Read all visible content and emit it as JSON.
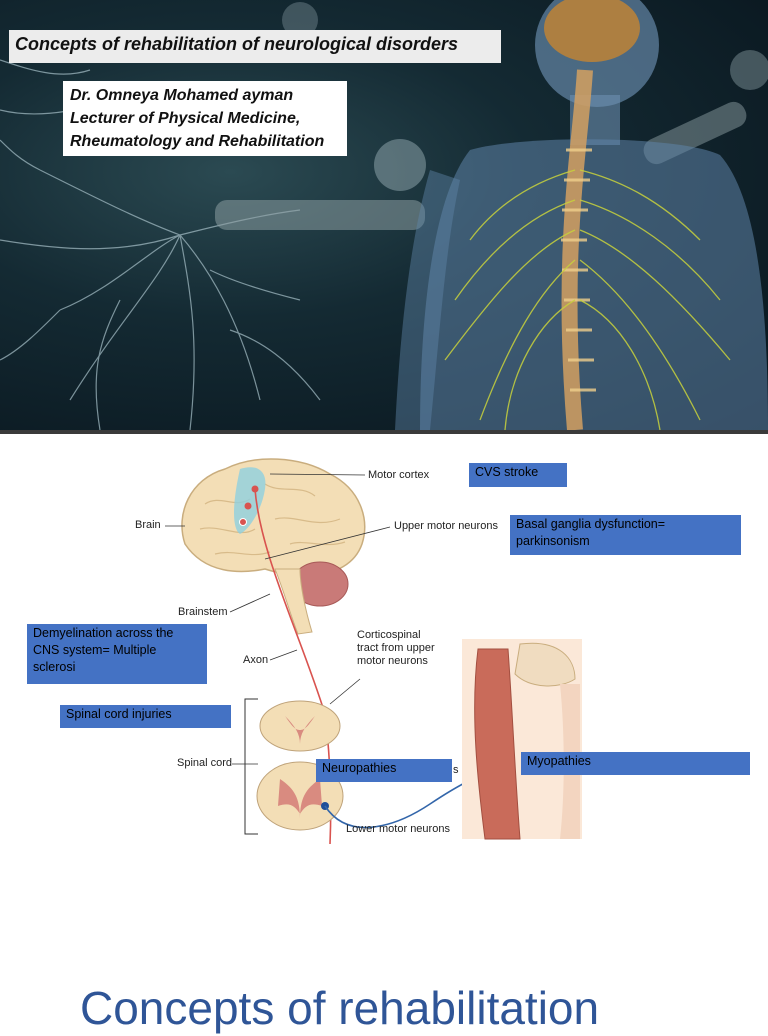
{
  "slide1": {
    "title": "Concepts of rehabilitation of neurological disorders",
    "author_lines": [
      "Dr. Omneya Mohamed ayman",
      "Lecturer of Physical Medicine,",
      "Rheumatology and Rehabilitation"
    ]
  },
  "slide2": {
    "labels": {
      "motor_cortex": "Motor cortex",
      "brain": "Brain",
      "upper_motor_neurons": "Upper motor neurons",
      "brainstem": "Brainstem",
      "corticospinal_1": "Corticospinal",
      "corticospinal_2": "tract from upper",
      "corticospinal_3": "motor neurons",
      "axon": "Axon",
      "spinal_cord": "Spinal cord",
      "lower_motor_neurons": "Lower motor neurons",
      "partial_s": "s"
    },
    "boxes": {
      "cvs_stroke": "CVS stroke",
      "basal_ganglia": "Basal ganglia dysfunction= parkinsonism",
      "demyelination": "Demyelination across the CNS system= Multiple sclerosi",
      "spinal_cord_injuries": "Spinal cord injuries",
      "neuropathies": "Neuropathies",
      "myopathies": "Myopathies"
    },
    "colors": {
      "box_fill": "#4472c4"
    }
  },
  "slide3": {
    "title": "Concepts of rehabilitation"
  }
}
